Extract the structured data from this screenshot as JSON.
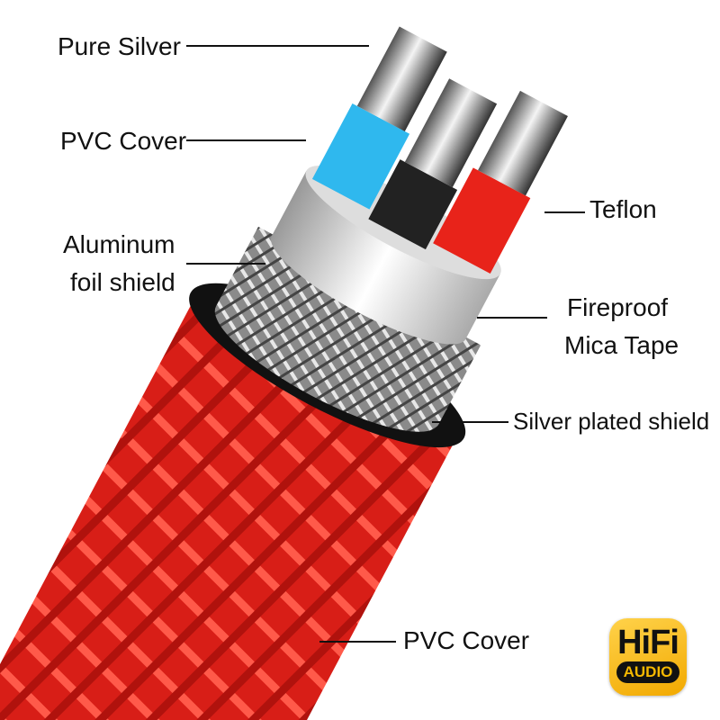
{
  "labels": {
    "pure_silver": "Pure Silver",
    "pvc_cover_inner": "PVC Cover",
    "aluminum_line1": "Aluminum",
    "aluminum_line2": "foil shield",
    "teflon": "Teflon",
    "mica_line1": "Fireproof",
    "mica_line2": "Mica Tape",
    "silver_shield": "Silver plated shield",
    "pvc_cover_outer": "PVC Cover"
  },
  "badge": {
    "top": "HiFi",
    "bottom": "AUDIO"
  },
  "colors": {
    "braid": "#e0241c",
    "blue_core": "#2fb8ee",
    "red_core": "#e8231a",
    "black_core": "#222222",
    "badge": "#f5b800"
  }
}
